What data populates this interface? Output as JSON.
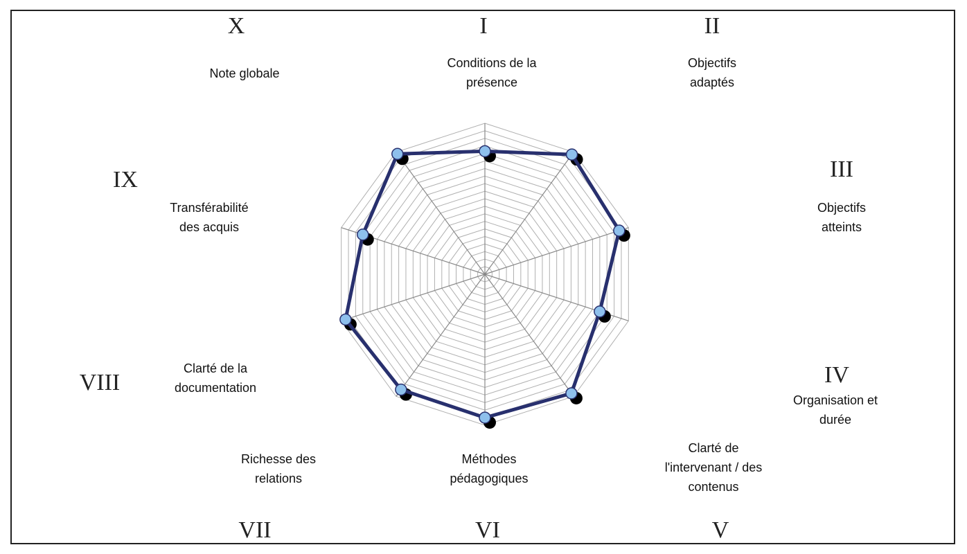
{
  "chart_data": {
    "type": "radar",
    "title": "",
    "max": 20,
    "rings": 20,
    "axes": [
      {
        "numeral": "I",
        "label": "Conditions de la\nprésence",
        "value": 16.3
      },
      {
        "numeral": "II",
        "label": "Objectifs\nadaptés",
        "value": 19.6
      },
      {
        "numeral": "III",
        "label": "Objectifs\natteints",
        "value": 18.7
      },
      {
        "numeral": "IV",
        "label": "Organisation et\ndurée",
        "value": 16
      },
      {
        "numeral": "V",
        "label": "Clarté de\nl'intervenant / des\ncontenus",
        "value": 19.5
      },
      {
        "numeral": "VI",
        "label": "Méthodes\npédagogiques",
        "value": 19
      },
      {
        "numeral": "VII",
        "label": "Richesse des\nrelations",
        "value": 18.9
      },
      {
        "numeral": "VIII",
        "label": "Clarté de la\ndocumentation",
        "value": 19.4
      },
      {
        "numeral": "IX",
        "label": "Transférabilité\ndes acquis",
        "value": 17
      },
      {
        "numeral": "X",
        "label": "Note globale",
        "value": 19.7
      }
    ],
    "colors": {
      "line": "#28306e",
      "marker": "#8ec0ec",
      "shadow": "#000000",
      "grid": "#b0b0b0",
      "spoke": "#888888"
    }
  }
}
